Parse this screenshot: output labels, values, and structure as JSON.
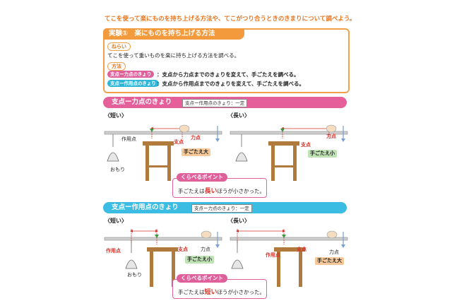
{
  "intro": "てこを使って楽にものを持ち上げる方法や、てこがつり合うときのきまりについて調べよう。",
  "experiment": {
    "title": "実験①　楽にものを持ち上げる方法",
    "aim_tag": "ねらい",
    "aim_text": "てこを使って重いものを楽に持ち上げる方法を調べる。",
    "method_tag": "方法",
    "method1_pill": "支点ー力点のきょり",
    "method1_text": "：支点から力点までのきょりを変えて、手ごたえを調べる。",
    "method2_pill": "支点ー作用点のきょり",
    "method2_text": "：支点から作用点までのきょりを変えて、手ごたえを調べる。"
  },
  "section1": {
    "band": "支点ー力点のきょり",
    "note": "支点ー作用点のきょり：一定",
    "short_label": "〈短い〉",
    "long_label": "〈長い〉",
    "left": {
      "sakuyou": "作用点",
      "shiten": "支点",
      "rikiten": "力点",
      "omori": "おもり",
      "result": "手ごたえ大"
    },
    "right": {
      "shiten": "支点",
      "rikiten": "力点",
      "result": "手ごたえ小"
    },
    "point_title": "くらべるポイント",
    "point_pre": "手ごたえは",
    "point_key": "長い",
    "point_post": "ほうが小さかった。"
  },
  "section2": {
    "band": "支点ー作用点のきょり",
    "note": "支点ー力点のきょり：一定",
    "short_label": "〈短い〉",
    "long_label": "〈長い〉",
    "left": {
      "sakuyou": "作用点",
      "shiten": "支点",
      "rikiten": "力点",
      "omori": "おもり",
      "result": "手ごたえ小"
    },
    "right": {
      "sakuyou": "作用点",
      "shiten": "支点",
      "rikiten": "力点",
      "result": "手ごたえ大"
    },
    "point_title": "くらべるポイント",
    "point_pre": "手ごたえは",
    "point_key": "短い",
    "point_post": "ほうが小さかった。"
  },
  "colors": {
    "orange": "#f39a3c",
    "pink": "#e55f9a",
    "cyan": "#3bbce3",
    "red": "#d6332a",
    "wood": "#b07a3c"
  }
}
